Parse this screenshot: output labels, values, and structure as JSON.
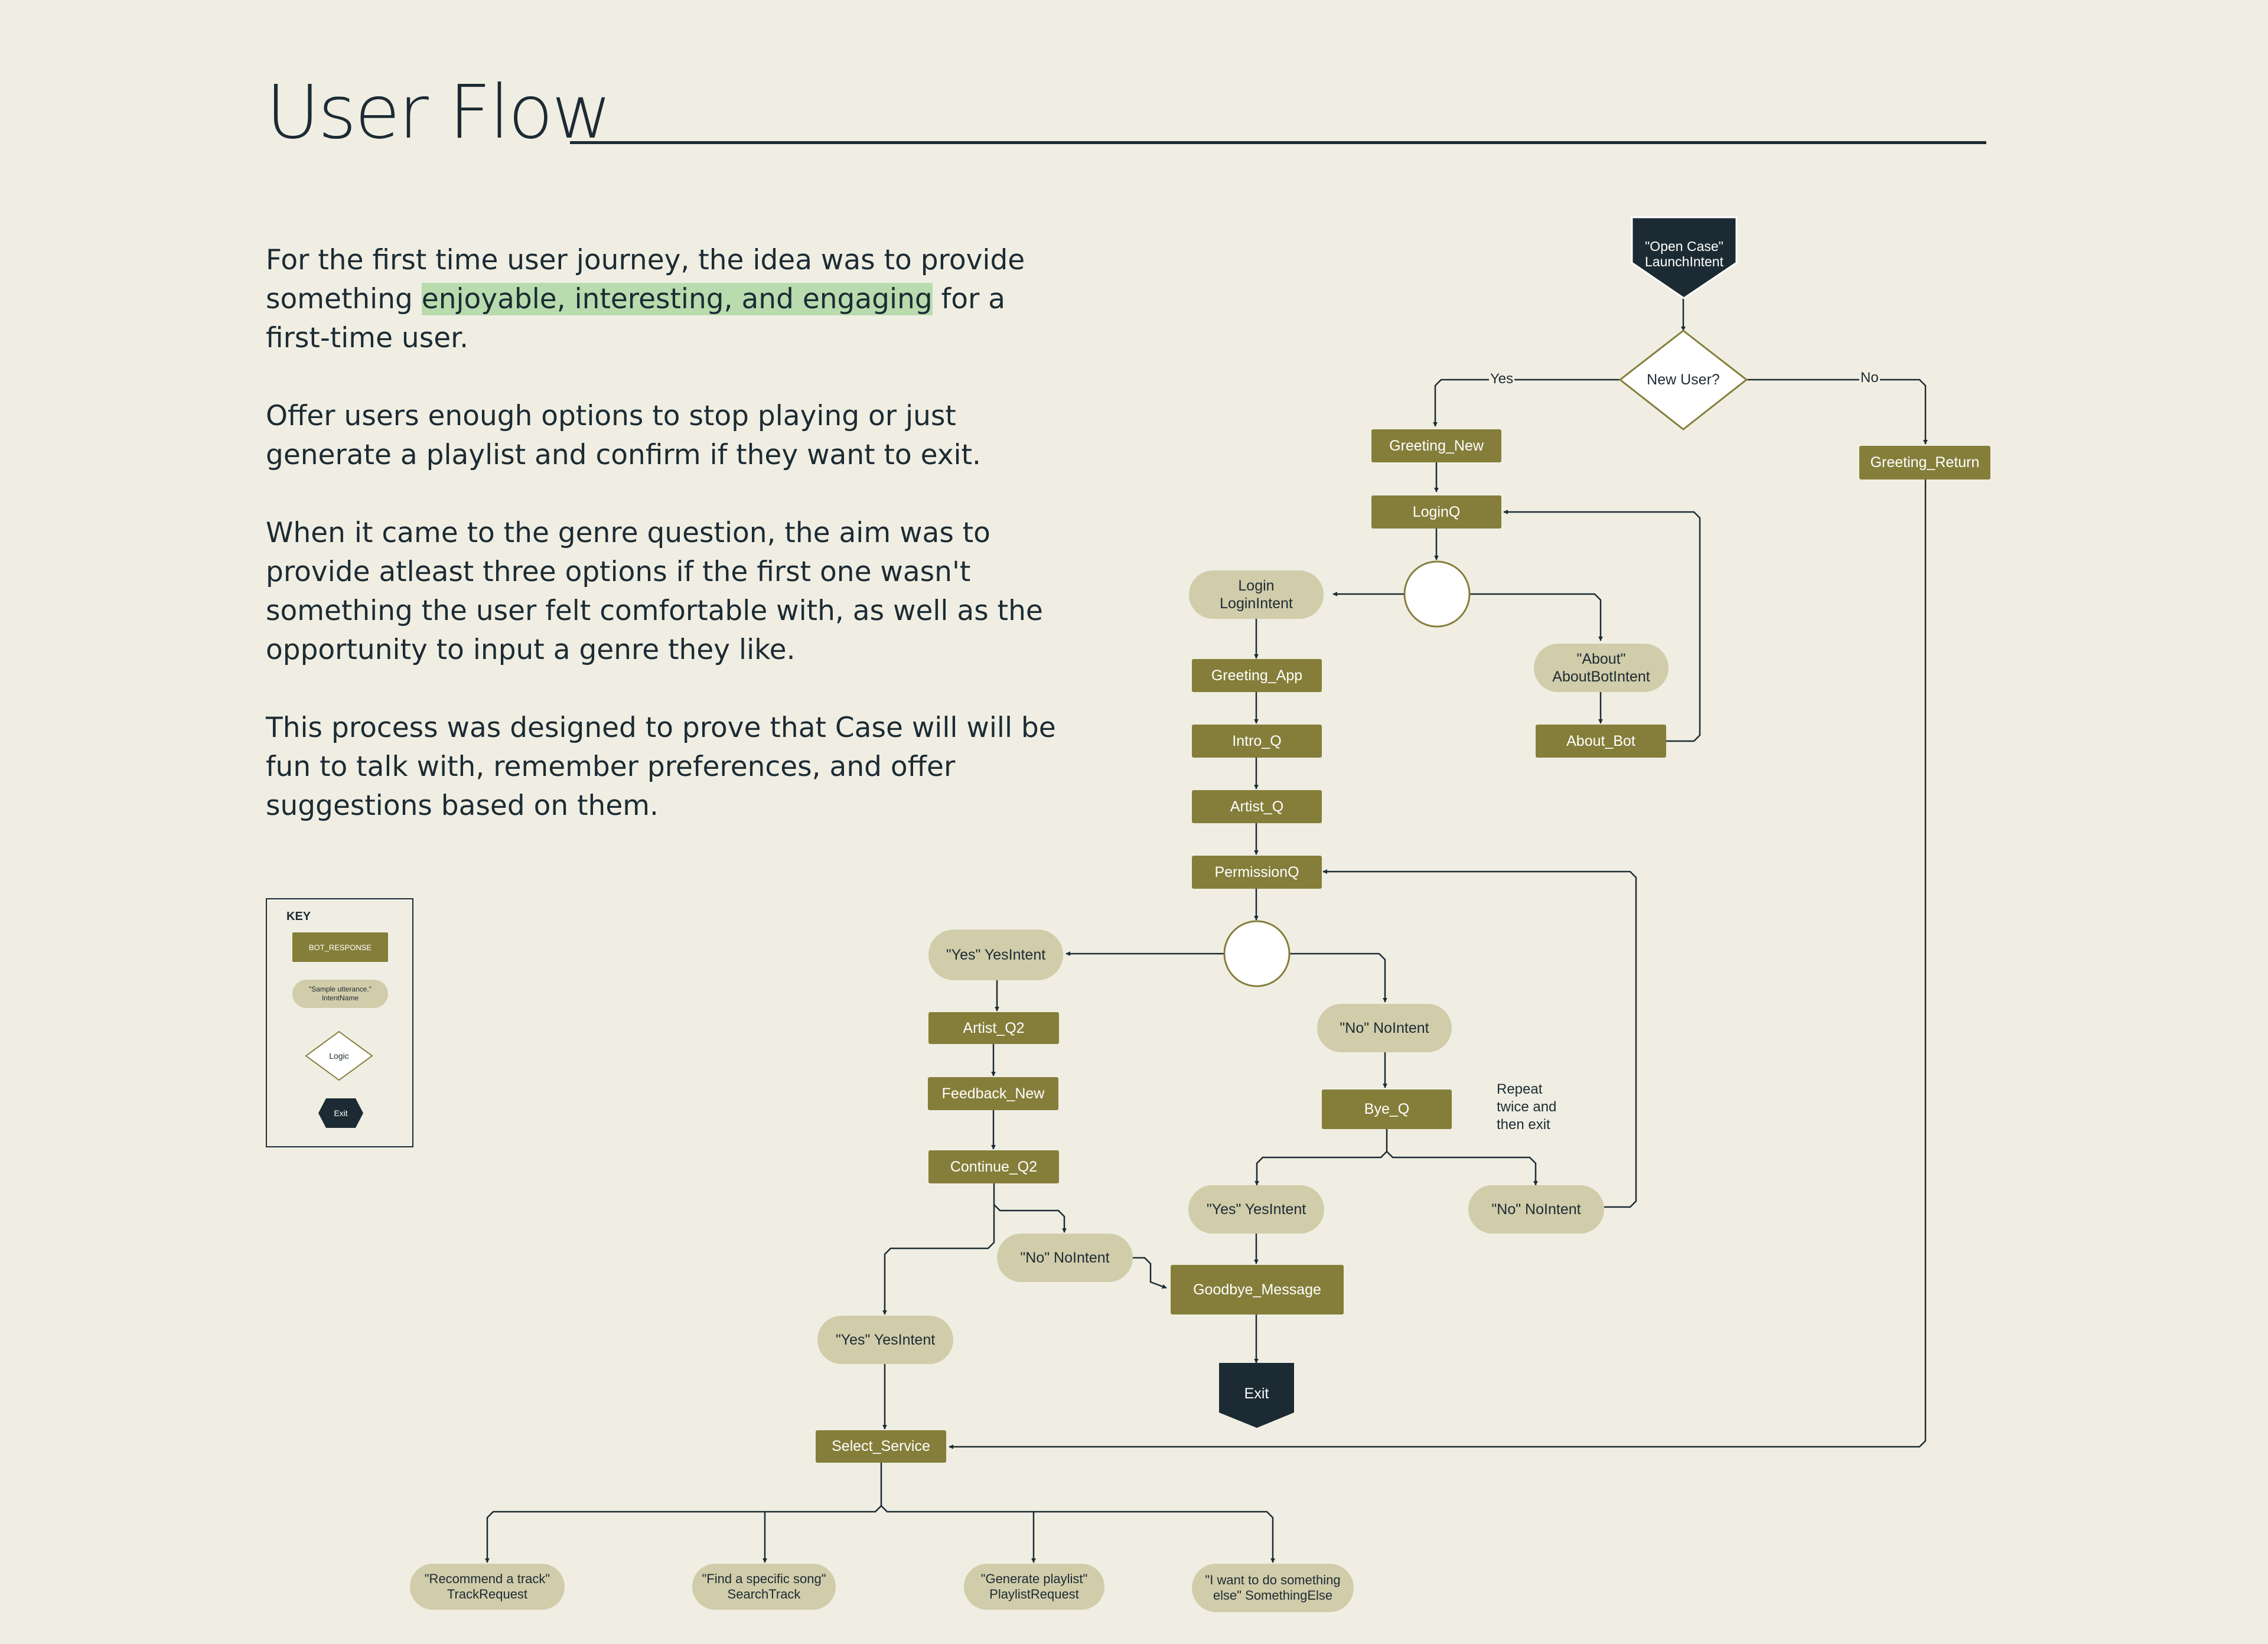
{
  "header": {
    "title": "User Flow"
  },
  "intro": {
    "p1_before": "For the first time user journey, the idea was to provide something ",
    "p1_highlight": "enjoyable, interesting, and engaging",
    "p1_after": " for a first-time user.",
    "p2": "Offer users enough options to stop playing or just generate a playlist and confirm if they want to exit.",
    "p3": "When it came to the genre question, the aim was to provide atleast three options if the first one wasn't something the user felt comfortable with, as well as the opportunity to input a genre they like.",
    "p4": "This process was designed to prove that Case will will be fun to talk with, remember preferences, and offer suggestions based on them."
  },
  "key": {
    "title": "KEY",
    "bot_response": "BOT_RESPONSE",
    "utterance": "\"Sample utterance.\" IntentName",
    "logic": "Logic",
    "exit": "Exit"
  },
  "flow": {
    "start": "\"Open Case\"\nLaunchIntent",
    "decision": "New User?",
    "yes_label": "Yes",
    "no_label": "No",
    "greeting_new": "Greeting_New",
    "greeting_return": "Greeting_Return",
    "loginq": "LoginQ",
    "login_intent": "Login\nLoginIntent",
    "about_intent": "\"About\"\nAboutBotIntent",
    "about_bot": "About_Bot",
    "greeting_app": "Greeting_App",
    "intro_q": "Intro_Q",
    "artist_q": "Artist_Q",
    "permissionq": "PermissionQ",
    "yes_intent_1": "\"Yes\" YesIntent",
    "no_intent_1": "\"No\" NoIntent",
    "artist_q2": "Artist_Q2",
    "feedback_new": "Feedback_New",
    "continue_q2": "Continue_Q2",
    "bye_q": "Bye_Q",
    "repeat_note": "Repeat\ntwice and\nthen exit",
    "yes_intent_2": "\"Yes\" YesIntent",
    "no_intent_2": "\"No\" NoIntent",
    "no_intent_3": "\"No\" NoIntent",
    "goodbye_message": "Goodbye_Message",
    "exit": "Exit",
    "yes_intent_3": "\"Yes\" YesIntent",
    "select_service": "Select_Service",
    "opt_track": "\"Recommend a track\"\nTrackRequest",
    "opt_song": "\"Find a specific song\"\nSearchTrack",
    "opt_playlist": "\"Generate playlist\"\nPlaylistRequest",
    "opt_else": "\"I want to do something\nelse\" SomethingElse"
  },
  "colors": {
    "background": "#f0eee3",
    "bot_response": "#857e3a",
    "utterance": "#d1ccaa",
    "dark": "#1c2b33",
    "highlight": "#b8dcae"
  }
}
